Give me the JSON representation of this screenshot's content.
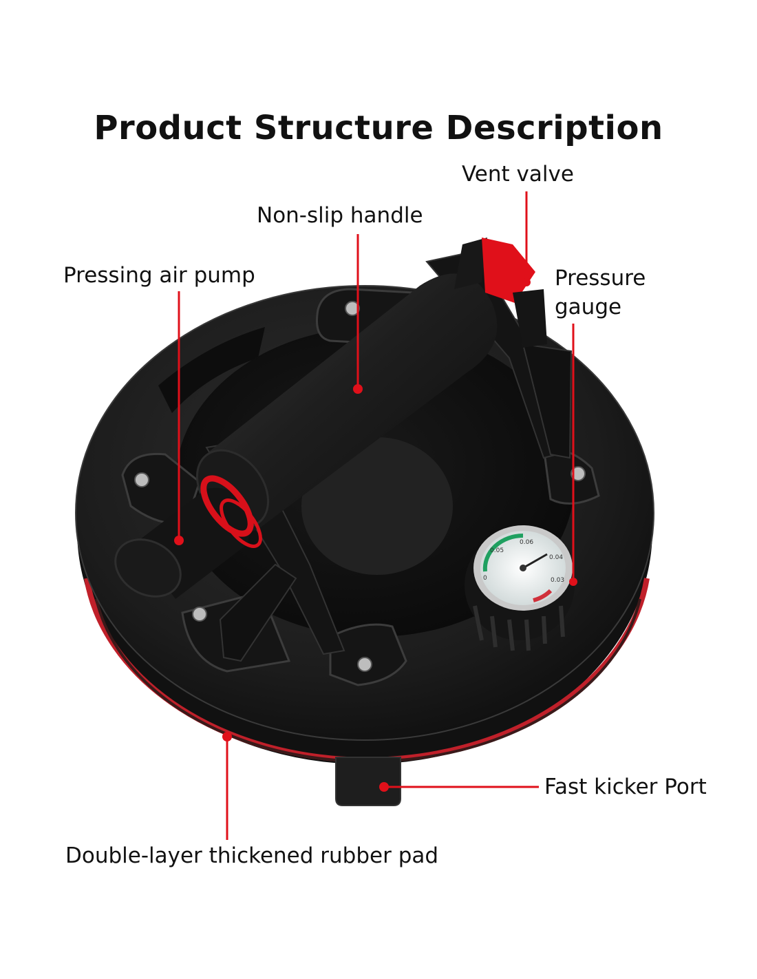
{
  "title": "Product Structure Description",
  "labels": {
    "vent_valve": "Vent valve",
    "non_slip_handle": "Non-slip handle",
    "pressing_air_pump": "Pressing air pump",
    "pressure_gauge_line1": "Pressure",
    "pressure_gauge_line2": "gauge",
    "fast_kicker_port": "Fast kicker Port",
    "rubber_pad": "Double-layer thickened rubber pad"
  },
  "gauge": {
    "ticks": [
      "0.05",
      "0.06",
      "0.04",
      "0.03",
      "0"
    ]
  },
  "colors": {
    "callout": "#e0101a",
    "body": "#1a1a1a",
    "accent_red": "#d8101a"
  }
}
